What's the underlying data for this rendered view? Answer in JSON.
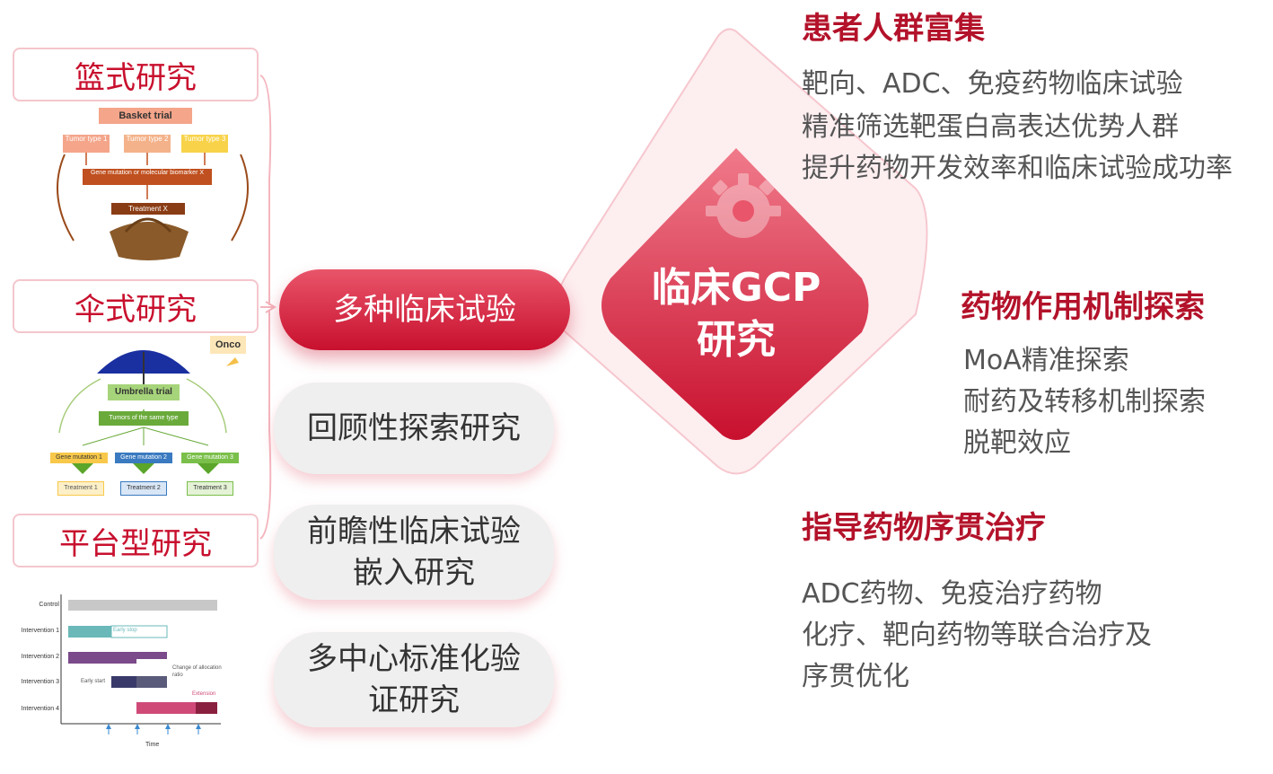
{
  "left_boxes": [
    "篮式研究",
    "伞式研究",
    "平台型研究"
  ],
  "basket": {
    "title": "Basket trial",
    "tumors": [
      "Tumor type 1",
      "Tumor type 2",
      "Tumor type 3"
    ],
    "biomarker": "Gene mutation or molecular biomarker X",
    "treatment": "Treatment X"
  },
  "umbrella": {
    "tag": "Onco",
    "title": "Umbrella trial",
    "sub": "Tumors of the same type",
    "genes": [
      "Gene mutation 1",
      "Gene mutation 2",
      "Gene mutation 3"
    ],
    "treatments": [
      "Treatment 1",
      "Treatment 2",
      "Treatment 3"
    ]
  },
  "platform": {
    "rows": [
      "Control",
      "Intervention 1",
      "Intervention 2",
      "Intervention 3",
      "Intervention 4"
    ],
    "notes": {
      "early_stop": "Early stop",
      "change": "Change of allocation ratio",
      "early_start": "Early start",
      "extension": "Extension"
    },
    "xlabel": "Time"
  },
  "pills": {
    "main": "多种临床试验",
    "retro": "回顾性探索研究",
    "prospective": [
      "前瞻性临床试验",
      "嵌入研究"
    ],
    "multicenter": [
      "多中心标准化验",
      "证研究"
    ]
  },
  "center": {
    "line1": "临床GCP",
    "line2": "研究"
  },
  "right": [
    {
      "title": "患者人群富集",
      "lines": [
        "靶向、ADC、免疫药物临床试验",
        "精准筛选靶蛋白高表达优势人群",
        "提升药物开发效率和临床试验成功率"
      ]
    },
    {
      "title": "药物作用机制探索",
      "lines": [
        "MoA精准探索",
        "耐药及转移机制探索",
        "脱靶效应"
      ]
    },
    {
      "title": "指导药物序贯治疗",
      "lines": [
        "ADC药物、免疫治疗药物",
        "化疗、靶向药物等联合治疗及",
        "序贯优化"
      ]
    }
  ],
  "colors": {
    "accent": "#c8102e",
    "pill_grey": "#efefef",
    "diamond_glow": "#fde8eb"
  }
}
